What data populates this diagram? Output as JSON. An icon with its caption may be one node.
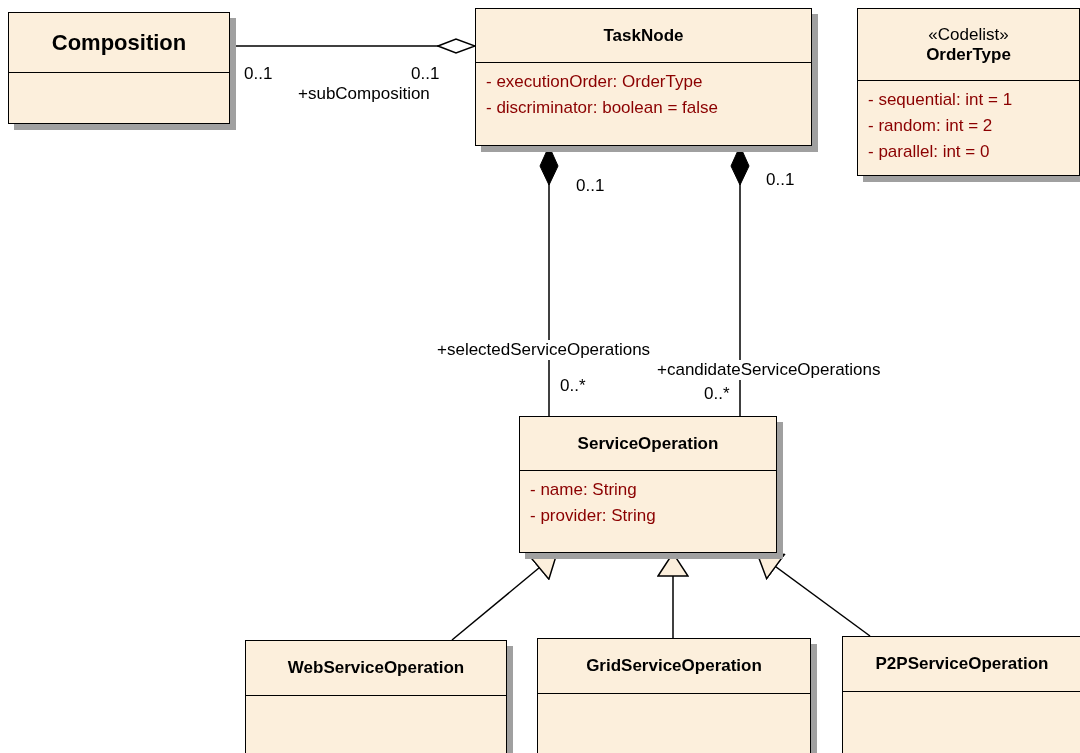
{
  "diagram": {
    "nodes": [
      {
        "text": [
          "Composition"
        ]
      },
      {
        "text": [
          "TaskNode",
          "- executionOrder: OrderType",
          "- discriminator: boolean = false"
        ]
      },
      {
        "text": [
          "«Codelist»",
          "OrderType",
          "- sequential: int = 1",
          "- random: int = 2",
          "- parallel: int = 0"
        ]
      },
      {
        "text": [
          "ServiceOperation",
          "- name: String",
          "- provider: String"
        ]
      },
      {
        "text": [
          "WebServiceOperation"
        ]
      },
      {
        "text": [
          "GridServiceOperation"
        ]
      },
      {
        "text": [
          "P2PServiceOperation"
        ]
      }
    ],
    "edges": [
      {
        "from": 0,
        "to": 1,
        "arrow": "other"
      },
      {
        "from": 3,
        "to": 1,
        "arrow": "other"
      },
      {
        "from": 3,
        "to": 1,
        "arrow": "other"
      },
      {
        "from": 4,
        "to": 3,
        "arrow": "to"
      },
      {
        "from": 5,
        "to": 3,
        "arrow": "to"
      },
      {
        "from": 6,
        "to": 3,
        "arrow": "to"
      }
    ],
    "labels": [
      "0..1",
      "0..1",
      "+subComposition",
      "0..1",
      "0..1",
      "+selectedServiceOperations",
      "0..*",
      "+candidateServiceOperations",
      "0..*"
    ]
  }
}
